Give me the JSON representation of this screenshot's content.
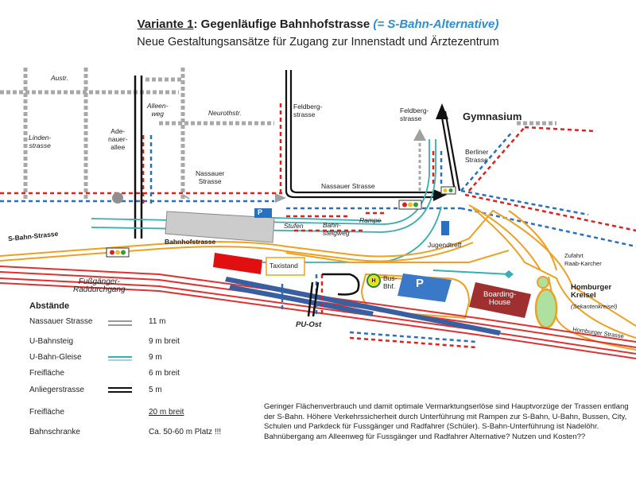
{
  "header": {
    "title_variant": "Variante 1",
    "title_main": ": Gegenläufige Bahnhofstrasse",
    "title_alt": "(= S-Bahn-Alternative)",
    "subtitle": "Neue Gestaltungsansätze für Zugang zur Innenstadt und Ärztezentrum"
  },
  "labels": {
    "austr": "Austr.",
    "lindenstrasse": "Linden-\nstrasse",
    "adenauerallee": "Ade-\nnauer-\nallee",
    "alleenweg": "Alleen-\nweg",
    "neurothstr": "Neurothstr.",
    "nassauer_left": "Nassauer\nStrasse",
    "feldbergstrasse_1": "Feldberg-\nstrasse",
    "feldbergstrasse_2": "Feldberg-\nstrasse",
    "gymnasium": "Gymnasium",
    "berliner_strasse": "Berliner\nStrasse",
    "nassauer_right": "Nassauer Strasse",
    "stufen": "Stufen",
    "bahnsteigweg": "Bahn-\nsteigweg",
    "rampe": "Rampe",
    "jugendtreff": "Jugendtreff",
    "s_bahn_strasse": "S-Bahn-Strasse",
    "bahnhofstrasse": "Bahnhofstrasse",
    "taxistand": "Taxistand",
    "bus_bhf": "Bus-\nBhf.",
    "boarding_house": "Boarding-\nHouse",
    "zufahrt": "Zufahrt\nRaab-Karcher",
    "homburger_kreisel": "Homburger\nKreisel",
    "sekantenkreisel": "(Sekantenkreisel)",
    "homburger_strasse": "Homburger Strasse",
    "fussgaenger": "Fußgänger-\nRaddurchgang",
    "pu_ost": "PU-Ost",
    "h_sign": "H",
    "p_sign": "P",
    "p_sign_small": "P"
  },
  "legend": {
    "title": "Abstände",
    "rows": [
      {
        "label": "Nassauer Strasse",
        "value": "11 m"
      },
      {
        "label": "U-Bahnsteig",
        "value": "9 m breit"
      },
      {
        "label": "U-Bahn-Gleise",
        "value": "9 m"
      },
      {
        "label": "Freifläche",
        "value": "6 m breit"
      },
      {
        "label": "Anliegerstrasse",
        "value": "5 m"
      },
      {
        "label": "Freifläche",
        "value": "20 m breit"
      },
      {
        "label": "Bahnschranke",
        "value": "Ca. 50-60  m Platz !!!"
      }
    ]
  },
  "note": "Geringer Flächenverbrauch und damit optimale Vermarktungserlöse sind Hauptvorzüge der Trassen entlang der S-Bahn.  Höhere Verkehrssicherheit durch Unterführung mit Rampen zur S-Bahn, U-Bahn, Bussen, City, Schulen und Parkdeck für Fussgänger und Radfahrer (Schüler). S-Bahn-Unterführung ist Nadelöhr. Bahnübergang am Alleenweg für Fussgänger und Radfahrer Alternative? Nutzen und Kosten??",
  "colors": {
    "road_orange": "#f0a020",
    "rail_red": "#e03030",
    "ubahn_teal": "#3aaeb0",
    "dashed_blue": "#2a70c0",
    "dashed_red": "#e02020",
    "platform_blue": "#3a5fa0",
    "boarding_house": "#a03030",
    "parking_blue": "#3a78c8",
    "grey_street": "#a8a8a8"
  }
}
